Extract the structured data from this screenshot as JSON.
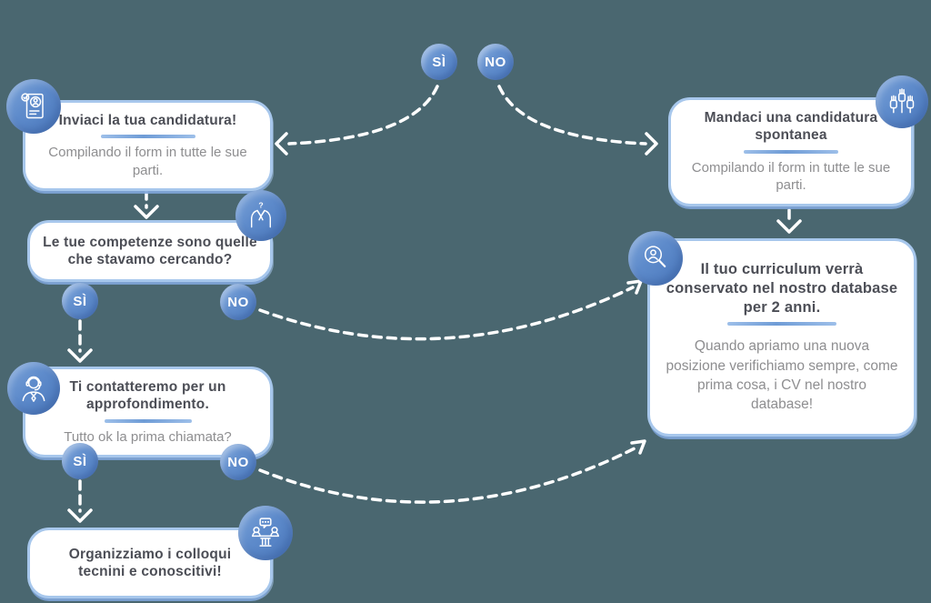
{
  "meta": {
    "type": "flowchart-infographic",
    "language": "it",
    "colors": {
      "background": "#4a6770",
      "node_fill": "#ffffff",
      "node_border": "#a7c7ec",
      "badge_blue": "#5e8bcb",
      "title_text": "#4c4e56",
      "secondary_text": "#8e8e90",
      "arrow": "#ffffff",
      "accent_underline": "#6f9cd6"
    }
  },
  "badges": {
    "top_yes": "SÌ",
    "top_no": "NO",
    "q1_yes": "SÌ",
    "q1_no": "NO",
    "q2_yes": "SÌ",
    "q2_no": "NO"
  },
  "boxes": {
    "apply": {
      "title": "Inviaci la tua candidatura!",
      "subtitle": "Compilando il form in tutte le sue parti.",
      "icon": "cv-document-icon"
    },
    "competenze": {
      "title": "Le tue competenze sono quelle che stavamo cercando?",
      "icon": "suit-question-icon"
    },
    "contact": {
      "title": "Ti contatteremo per un approfondimento.",
      "subtitle": "Tutto ok la prima chiamata?",
      "icon": "headset-person-icon"
    },
    "colloqui": {
      "title": "Organizziamo i colloqui tecnini e conoscitivi!",
      "icon": "meeting-icon"
    },
    "spontanea": {
      "title": "Mandaci una candidatura spontanea",
      "subtitle": "Compilando il form in tutte le sue parti.",
      "icon": "raised-hands-icon"
    },
    "database": {
      "title": "Il tuo curriculum verrà conservato nel nostro database per 2 anni.",
      "body": "Quando apriamo una nuova posizione verifichiamo sempre, come prima cosa, i CV nel nostro database!",
      "icon": "search-person-icon"
    }
  }
}
